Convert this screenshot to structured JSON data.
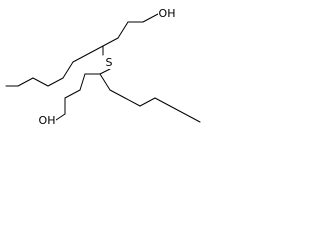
{
  "molecule": {
    "atoms": {
      "hydroxyl_top": "OH",
      "sulfur": "S",
      "hydroxyl_bottom": "OH"
    }
  }
}
